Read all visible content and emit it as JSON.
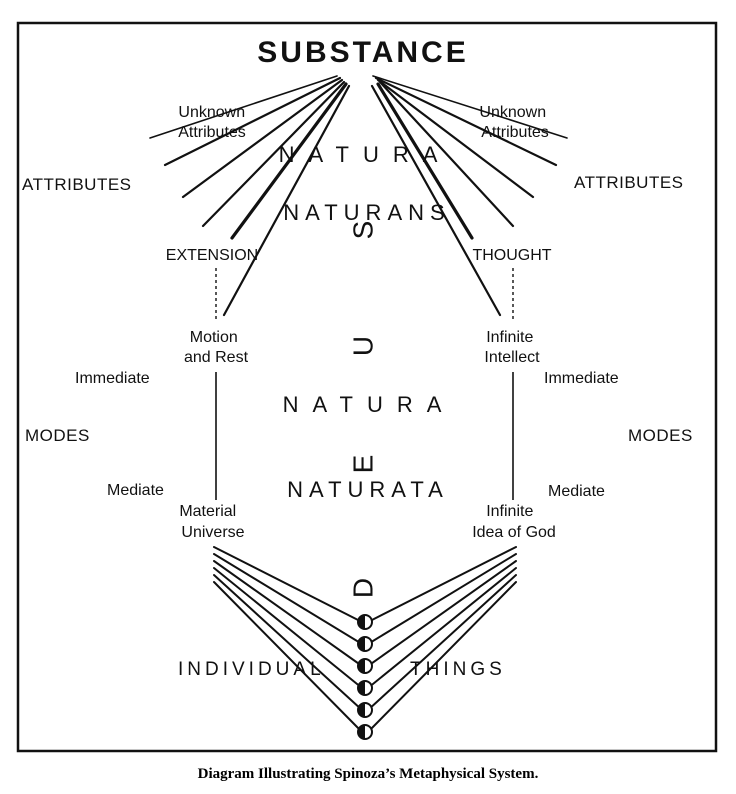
{
  "diagram": {
    "substance": "SUBSTANCE",
    "attributes_left": "ATTRIBUTES",
    "attributes_right": "ATTRIBUTES",
    "unknown_left": [
      "Unknown",
      "Attributes"
    ],
    "unknown_right": [
      "Unknown",
      "Attributes"
    ],
    "natura_top": "NATURA",
    "naturans": "NATURANS",
    "extension": "EXTENSION",
    "thought": "THOUGHT",
    "motion_rest": [
      "Motion",
      "and Rest"
    ],
    "infinite_intellect": [
      "Infinite",
      "Intellect"
    ],
    "immediate_left": "Immediate",
    "immediate_right": "Immediate",
    "modes_left": "MODES",
    "modes_right": "MODES",
    "natura_mid": "NATURA",
    "naturata": "NATURATA",
    "mediate_left": "Mediate",
    "mediate_right": "Mediate",
    "material_universe": [
      "Material",
      "Universe"
    ],
    "infinite_idea": [
      "Infinite",
      "Idea of God"
    ],
    "deus": [
      "S",
      "U",
      "E",
      "D"
    ],
    "individual": "INDIVIDUAL",
    "things": "THINGS"
  },
  "caption": "Diagram Illustrating Spinoza’s Metaphysical System."
}
